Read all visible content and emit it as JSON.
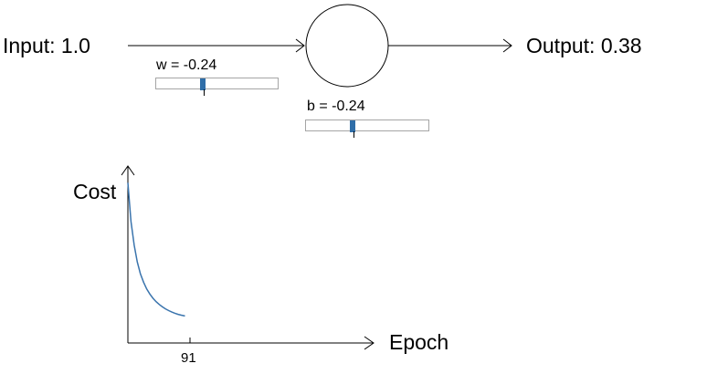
{
  "input": {
    "label": "Input: 1.0"
  },
  "output": {
    "label": "Output: 0.38"
  },
  "weight": {
    "label": "w = -0.24",
    "value": -0.24,
    "min": -1,
    "max": 1
  },
  "bias": {
    "label": "b = -0.24",
    "value": -0.24,
    "min": -1,
    "max": 1
  },
  "cost_chart": {
    "ylabel": "Cost",
    "xlabel": "Epoch",
    "current_epoch_label": "91"
  },
  "colors": {
    "accent": "#2f6ea8",
    "slider_border": "#a5a5a5",
    "curve": "#3a74ad"
  },
  "chart_data": {
    "type": "line",
    "xlabel": "Epoch",
    "ylabel": "Cost",
    "tick_labels": [
      "91"
    ],
    "series": [
      {
        "values": [
          0.95,
          0.72,
          0.58,
          0.48,
          0.41,
          0.36,
          0.32,
          0.29,
          0.265,
          0.245,
          0.228,
          0.214,
          0.202,
          0.192,
          0.183,
          0.176,
          0.17,
          0.165,
          0.16
        ],
        "x": [
          0,
          5,
          10,
          15,
          20,
          25,
          30,
          35,
          40,
          45,
          50,
          55,
          60,
          65,
          70,
          75,
          80,
          85,
          91
        ]
      }
    ],
    "xlim": [
      0,
      390
    ],
    "ylim": [
      0,
      1
    ]
  }
}
